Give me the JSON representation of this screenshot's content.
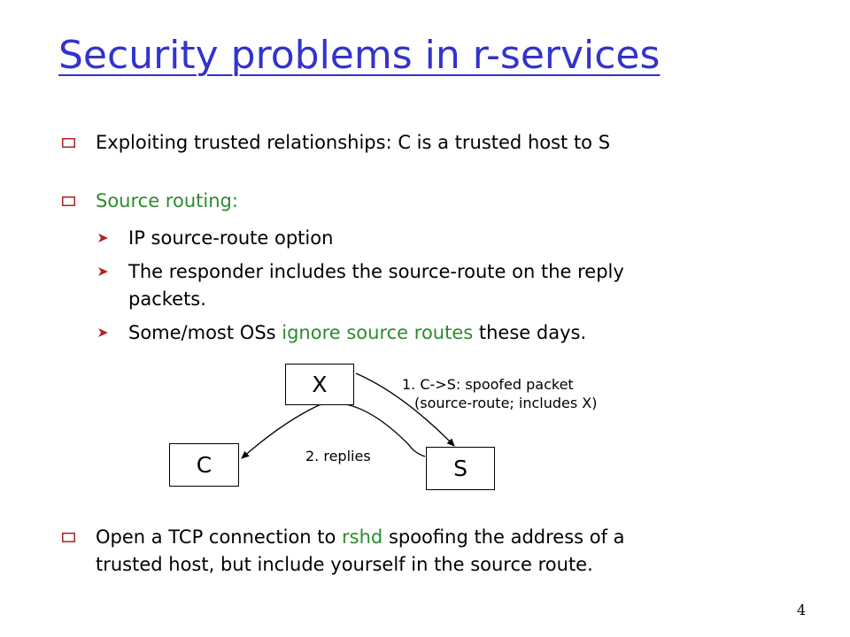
{
  "slide": {
    "title": "Security problems in r-services",
    "page_number": "4"
  },
  "bullets": [
    {
      "text": "Exploiting trusted relationships: C is a trusted host to S"
    },
    {
      "text": "Source routing:"
    },
    {
      "text_before": "Open a TCP connection to ",
      "highlight": "rshd",
      "text_after": " spoofing the address of a",
      "line2": "trusted host, but include yourself in the source route."
    }
  ],
  "sub_bullets": [
    {
      "text": "IP source-route option"
    },
    {
      "text": "The responder includes the source-route on the reply",
      "line2": "packets."
    },
    {
      "text_before": "Some/most OSs ",
      "highlight": "ignore source routes",
      "text_after": " these days."
    }
  ],
  "diagram": {
    "nodes": {
      "x": "X",
      "c": "C",
      "s": "S"
    },
    "edge1": {
      "line1": "1. C->S: spoofed packet",
      "line2": "(source-route; includes X)"
    },
    "edge2": {
      "label": "2. replies"
    }
  },
  "colors": {
    "title": "#3333cc",
    "highlight": "#2e8b2e",
    "bullet_marker": "#b22222"
  }
}
